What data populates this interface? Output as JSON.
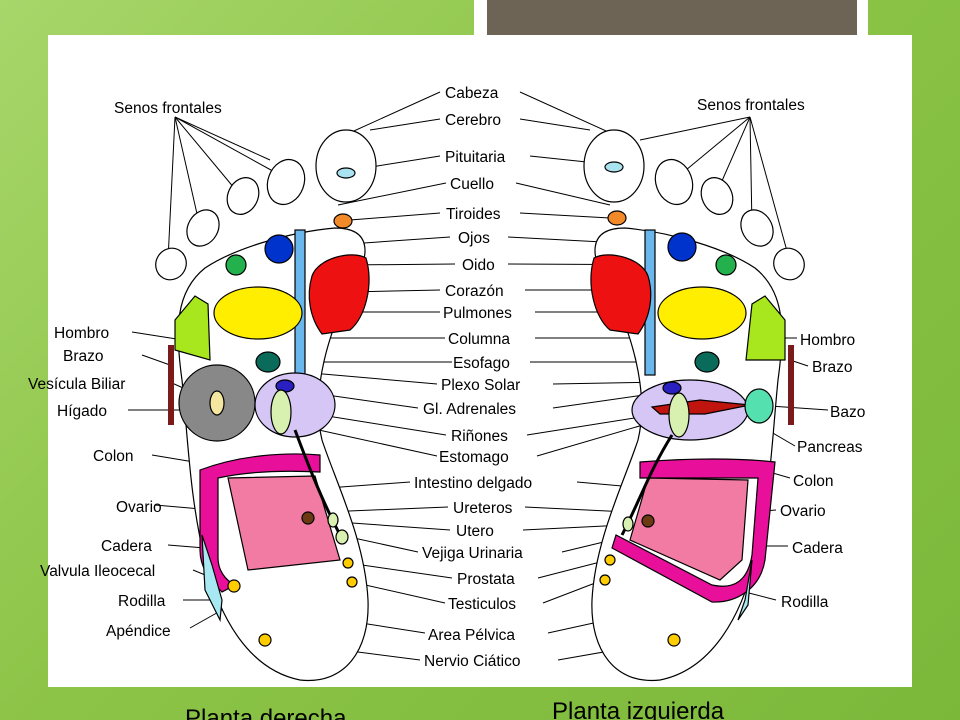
{
  "colors": {
    "background": "#8cc447",
    "title_box": "#6d6455",
    "card": "#ffffff",
    "brain_eye": "#a9e3ef",
    "thyroid": "#f28a2a",
    "eyes": "#0033cc",
    "ear": "#22b14c",
    "heart": "#ee1111",
    "lungs": "#ffee00",
    "spine": "#6ab7ee",
    "shoulder": "#a8e61d",
    "esophagus": "#0b6b5a",
    "liver": "#888888",
    "gallbladder": "#f5e7a0",
    "solar_plexus": "#d5c6f5",
    "adrenal": "#2a1fc0",
    "kidney": "#d8f0b0",
    "colon": "#e8109a",
    "intestine": "#f27ba4",
    "ovary": "#6b3a12",
    "points": "#ffcc00",
    "pelvic_edge": "#a7e8f2",
    "spleen": "#55e0b0",
    "pancreas": "#c0140e"
  },
  "labels": {
    "center": [
      {
        "key": "cabeza",
        "text": "Cabeza"
      },
      {
        "key": "cerebro",
        "text": "Cerebro"
      },
      {
        "key": "pituitaria",
        "text": "Pituitaria"
      },
      {
        "key": "cuello",
        "text": "Cuello"
      },
      {
        "key": "tiroides",
        "text": "Tiroides"
      },
      {
        "key": "ojos",
        "text": "Ojos"
      },
      {
        "key": "oido",
        "text": "Oido"
      },
      {
        "key": "corazon",
        "text": "Corazón"
      },
      {
        "key": "pulmones",
        "text": "Pulmones"
      },
      {
        "key": "columna",
        "text": "Columna"
      },
      {
        "key": "esofago",
        "text": "Esofago"
      },
      {
        "key": "plexo-solar",
        "text": "Plexo Solar"
      },
      {
        "key": "gl-adrenales",
        "text": "Gl. Adrenales"
      },
      {
        "key": "rinones",
        "text": "Riñones"
      },
      {
        "key": "estomago",
        "text": "Estomago"
      },
      {
        "key": "intestino-delgado",
        "text": "Intestino delgado"
      },
      {
        "key": "ureteros",
        "text": "Ureteros"
      },
      {
        "key": "utero",
        "text": "Utero"
      },
      {
        "key": "vejiga-urinaria",
        "text": "Vejiga Urinaria"
      },
      {
        "key": "prostata",
        "text": "Prostata"
      },
      {
        "key": "testiculos",
        "text": "Testiculos"
      },
      {
        "key": "area-pelvica",
        "text": "Area Pélvica"
      },
      {
        "key": "nervio-ciatico",
        "text": "Nervio Ciático"
      }
    ],
    "left": [
      {
        "key": "senos-frontales",
        "text": "Senos frontales"
      },
      {
        "key": "hombro",
        "text": "Hombro"
      },
      {
        "key": "brazo",
        "text": "Brazo"
      },
      {
        "key": "vesicula-biliar",
        "text": "Vesícula Biliar"
      },
      {
        "key": "higado",
        "text": "Hígado"
      },
      {
        "key": "colon",
        "text": "Colon"
      },
      {
        "key": "ovario",
        "text": "Ovario"
      },
      {
        "key": "cadera",
        "text": "Cadera"
      },
      {
        "key": "valvula-ileocecal",
        "text": "Valvula Ileocecal"
      },
      {
        "key": "rodilla",
        "text": "Rodilla"
      },
      {
        "key": "apendice",
        "text": "Apéndice"
      }
    ],
    "right": [
      {
        "key": "senos-frontales",
        "text": "Senos frontales"
      },
      {
        "key": "hombro",
        "text": "Hombro"
      },
      {
        "key": "brazo",
        "text": "Brazo"
      },
      {
        "key": "bazo",
        "text": "Bazo"
      },
      {
        "key": "pancreas",
        "text": "Pancreas"
      },
      {
        "key": "colon",
        "text": "Colon"
      },
      {
        "key": "ovario",
        "text": "Ovario"
      },
      {
        "key": "cadera",
        "text": "Cadera"
      },
      {
        "key": "rodilla",
        "text": "Rodilla"
      }
    ]
  },
  "captions": {
    "right_foot": "Planta derecha",
    "left_foot": "Planta izquierda"
  }
}
